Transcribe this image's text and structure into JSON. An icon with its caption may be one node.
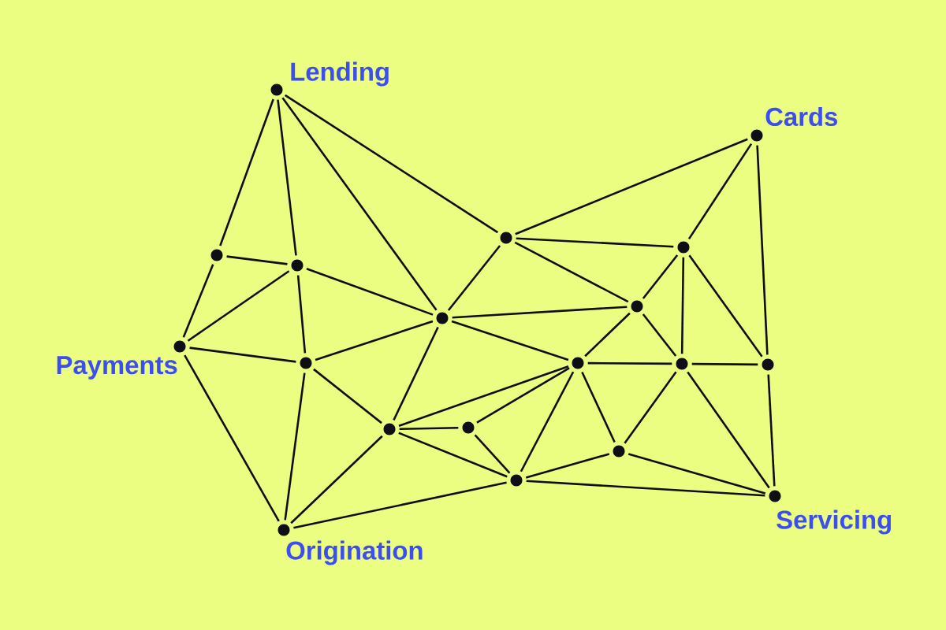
{
  "diagram": {
    "nodes": [
      {
        "text": [
          "Lending"
        ]
      },
      {
        "text": [
          "Cards"
        ]
      },
      {
        "text": [],
        "shape": "circle"
      },
      {
        "text": [],
        "shape": "circle"
      },
      {
        "text": [],
        "shape": "circle"
      },
      {
        "text": [],
        "shape": "circle"
      },
      {
        "text": [],
        "shape": "circle"
      },
      {
        "text": [],
        "shape": "circle"
      },
      {
        "text": [
          "Payments"
        ]
      },
      {
        "text": [],
        "shape": "circle"
      },
      {
        "text": [],
        "shape": "circle"
      },
      {
        "text": [],
        "shape": "circle"
      },
      {
        "text": [],
        "shape": "circle"
      },
      {
        "text": [],
        "shape": "circle"
      },
      {
        "text": [],
        "shape": "circle"
      },
      {
        "text": [],
        "shape": "circle"
      },
      {
        "text": [],
        "shape": "circle"
      },
      {
        "text": [
          "Servicing"
        ]
      },
      {
        "text": [
          "Origination"
        ]
      }
    ],
    "edges": [
      {
        "from": 0,
        "to": 4,
        "arrow": "none"
      },
      {
        "from": 0,
        "to": 5,
        "arrow": "none"
      },
      {
        "from": 0,
        "to": 7,
        "arrow": "none"
      },
      {
        "from": 0,
        "to": 2,
        "arrow": "none"
      },
      {
        "from": 1,
        "to": 2,
        "arrow": "none"
      },
      {
        "from": 1,
        "to": 3,
        "arrow": "none"
      },
      {
        "from": 1,
        "to": 12,
        "arrow": "none"
      },
      {
        "from": 2,
        "to": 3,
        "arrow": "none"
      },
      {
        "from": 2,
        "to": 7,
        "arrow": "none"
      },
      {
        "from": 2,
        "to": 6,
        "arrow": "none"
      },
      {
        "from": 3,
        "to": 6,
        "arrow": "none"
      },
      {
        "from": 3,
        "to": 11,
        "arrow": "none"
      },
      {
        "from": 3,
        "to": 12,
        "arrow": "none"
      },
      {
        "from": 4,
        "to": 5,
        "arrow": "none"
      },
      {
        "from": 4,
        "to": 8,
        "arrow": "none"
      },
      {
        "from": 5,
        "to": 8,
        "arrow": "none"
      },
      {
        "from": 5,
        "to": 9,
        "arrow": "none"
      },
      {
        "from": 5,
        "to": 7,
        "arrow": "none"
      },
      {
        "from": 8,
        "to": 9,
        "arrow": "none"
      },
      {
        "from": 8,
        "to": 18,
        "arrow": "none"
      },
      {
        "from": 9,
        "to": 7,
        "arrow": "none"
      },
      {
        "from": 9,
        "to": 13,
        "arrow": "none"
      },
      {
        "from": 9,
        "to": 18,
        "arrow": "none"
      },
      {
        "from": 7,
        "to": 6,
        "arrow": "none"
      },
      {
        "from": 7,
        "to": 13,
        "arrow": "none"
      },
      {
        "from": 7,
        "to": 10,
        "arrow": "none"
      },
      {
        "from": 6,
        "to": 10,
        "arrow": "none"
      },
      {
        "from": 6,
        "to": 11,
        "arrow": "none"
      },
      {
        "from": 10,
        "to": 11,
        "arrow": "none"
      },
      {
        "from": 11,
        "to": 12,
        "arrow": "none"
      },
      {
        "from": 10,
        "to": 13,
        "arrow": "none"
      },
      {
        "from": 10,
        "to": 14,
        "arrow": "none"
      },
      {
        "from": 10,
        "to": 16,
        "arrow": "none"
      },
      {
        "from": 10,
        "to": 15,
        "arrow": "none"
      },
      {
        "from": 11,
        "to": 15,
        "arrow": "none"
      },
      {
        "from": 11,
        "to": 17,
        "arrow": "none"
      },
      {
        "from": 12,
        "to": 17,
        "arrow": "none"
      },
      {
        "from": 13,
        "to": 14,
        "arrow": "none"
      },
      {
        "from": 13,
        "to": 16,
        "arrow": "none"
      },
      {
        "from": 13,
        "to": 18,
        "arrow": "none"
      },
      {
        "from": 14,
        "to": 16,
        "arrow": "none"
      },
      {
        "from": 15,
        "to": 16,
        "arrow": "none"
      },
      {
        "from": 15,
        "to": 17,
        "arrow": "none"
      },
      {
        "from": 16,
        "to": 17,
        "arrow": "none"
      },
      {
        "from": 16,
        "to": 18,
        "arrow": "none"
      }
    ]
  }
}
